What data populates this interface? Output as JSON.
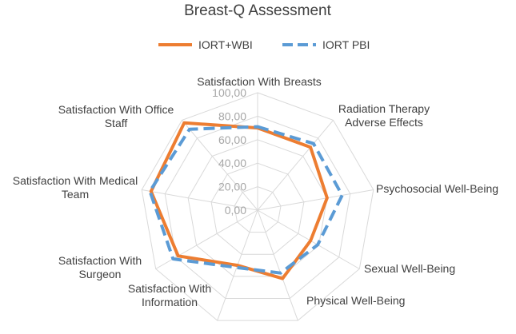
{
  "chart_data": {
    "type": "radar",
    "title": "Breast-Q Assessment",
    "categories": [
      [
        "Satisfaction With Breasts"
      ],
      [
        "Radiation Therapy",
        "Adverse Effects"
      ],
      [
        "Psychosocial Well-Being"
      ],
      [
        "Sexual Well-Being"
      ],
      [
        "Physical Well-Being"
      ],
      [
        "Satisfaction With",
        "Information"
      ],
      [
        "Satisfaction With",
        "Surgeon"
      ],
      [
        "Satisfaction With Medical",
        "Team"
      ],
      [
        "Satisfaction With Office",
        "Staff"
      ]
    ],
    "rlim": [
      0,
      100
    ],
    "ticks": [
      "0,00",
      "20,00",
      "40,00",
      "60,00",
      "80,00",
      "100,00"
    ],
    "legend_position": "top",
    "grid": true,
    "series": [
      {
        "name": "IORT+WBI",
        "color": "#ED7D31",
        "dash": "solid",
        "values": [
          70,
          70,
          60,
          52,
          62,
          50,
          78,
          92,
          97
        ]
      },
      {
        "name": "IORT PBI",
        "color": "#5B9BD5",
        "dash": "dashed",
        "values": [
          71,
          74,
          73,
          59,
          57,
          52,
          83,
          93,
          90
        ]
      }
    ]
  }
}
